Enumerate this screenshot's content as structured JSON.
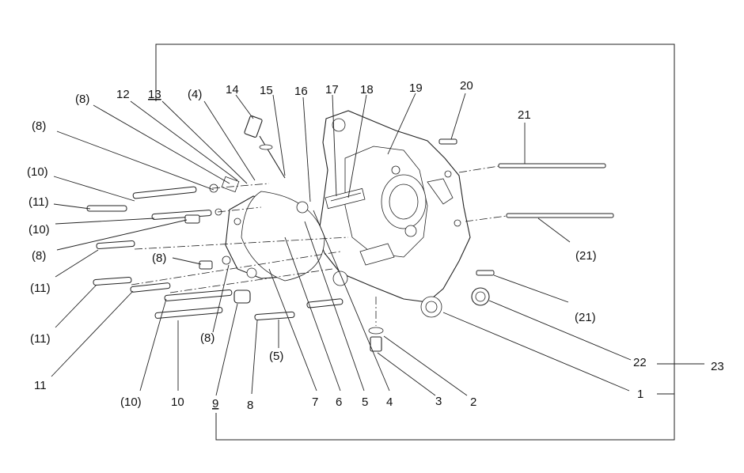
{
  "diagram": {
    "callouts": {
      "c1": "1",
      "c2": "2",
      "c3": "3",
      "c4": "4",
      "c5": "5",
      "c6": "6",
      "c7": "7",
      "c8": "8",
      "c9": "9",
      "c10": "10",
      "c11": "11",
      "c12": "12",
      "c13": "13",
      "c14": "14",
      "c15": "15",
      "c16": "16",
      "c17": "17",
      "c18": "18",
      "c19": "19",
      "c20": "20",
      "c21": "21",
      "c22": "22",
      "c23": "23",
      "p4": "(4)",
      "p5": "(5)",
      "p8a": "(8)",
      "p8b": "(8)",
      "p8c": "(8)",
      "p8d": "(8)",
      "p8e": "(8)",
      "p10a": "(10)",
      "p10b": "(10)",
      "p10c": "(10)",
      "p11a": "(11)",
      "p11b": "(11)",
      "p11c": "(11)",
      "p21a": "(21)",
      "p21b": "(21)"
    }
  }
}
